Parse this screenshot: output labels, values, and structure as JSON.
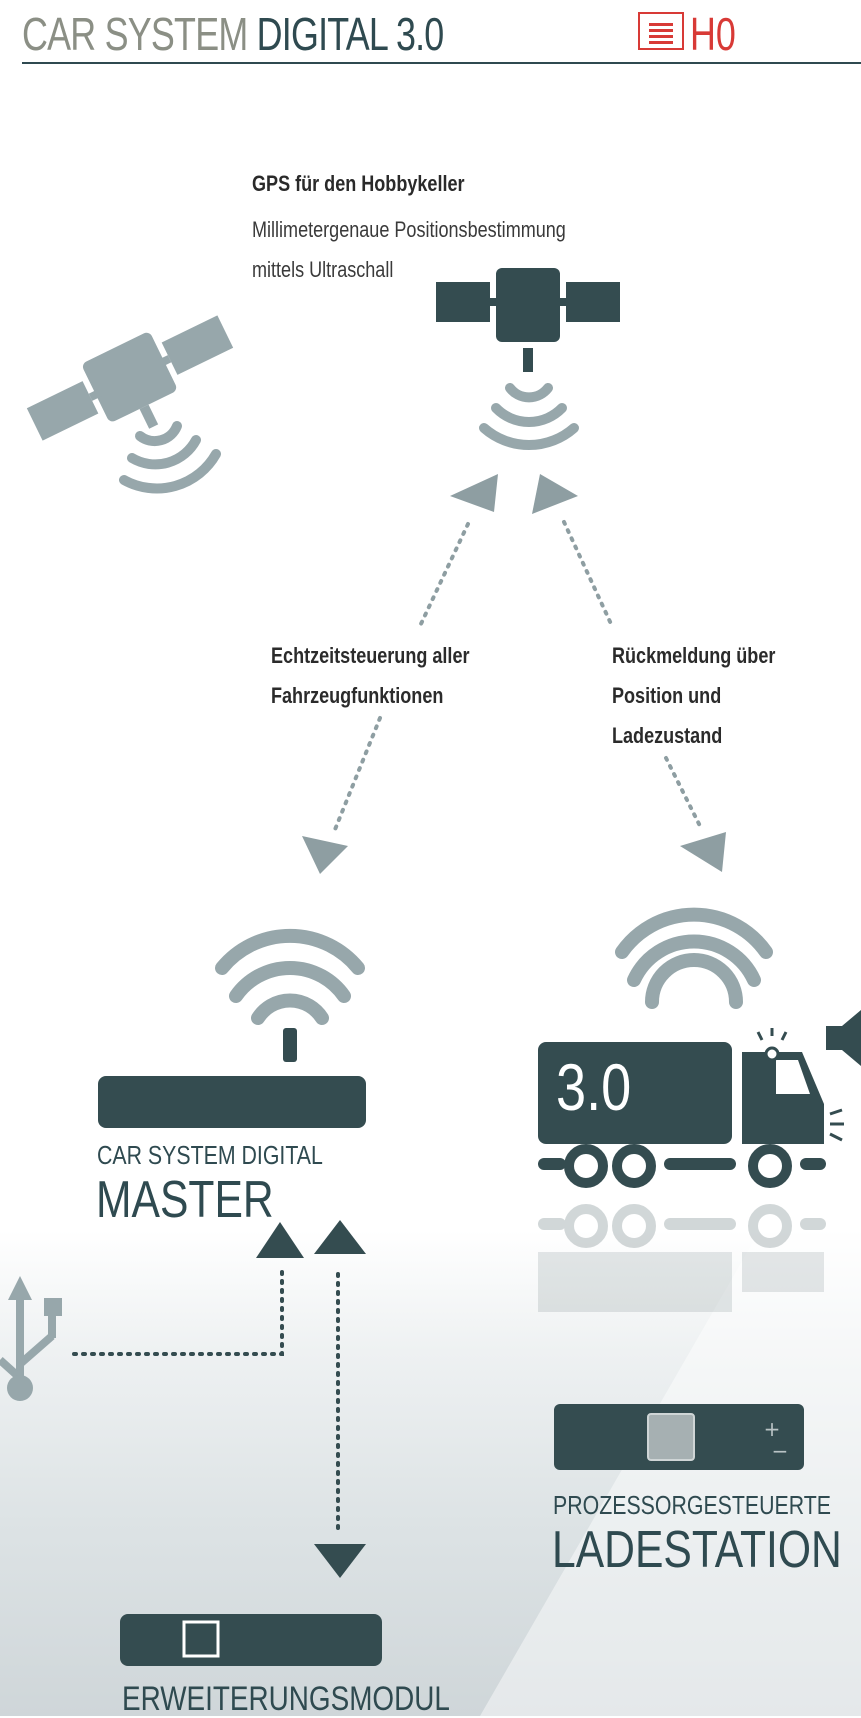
{
  "header": {
    "brand_light": "CAR SYSTEM ",
    "brand_dark": "DIGITAL 3.0",
    "scale": "H0"
  },
  "gps": {
    "title": "GPS für den Hobbykeller",
    "line1": "Millimetergenaue Positionsbestimmung",
    "line2": "mittels Ultraschall"
  },
  "labels": {
    "left_line1": "Echtzeitsteuerung aller",
    "left_line2": "Fahrzeugfunktionen",
    "right_line1": "Rückmeldung über",
    "right_line2": "Position und",
    "right_line3": "Ladezustand"
  },
  "master": {
    "small": "CAR SYSTEM DIGITAL",
    "big": "MASTER"
  },
  "truck": {
    "number": "3.0"
  },
  "ladestation": {
    "small": "PROZESSORGESTEUERTE",
    "big": "LADESTATION",
    "plus": "+",
    "minus": "−"
  },
  "erweiterung": {
    "big": "ERWEITERUNGSMODUL"
  },
  "colors": {
    "dark": "#344c50",
    "mid": "#8e9ea2",
    "accent": "#d83a36"
  }
}
